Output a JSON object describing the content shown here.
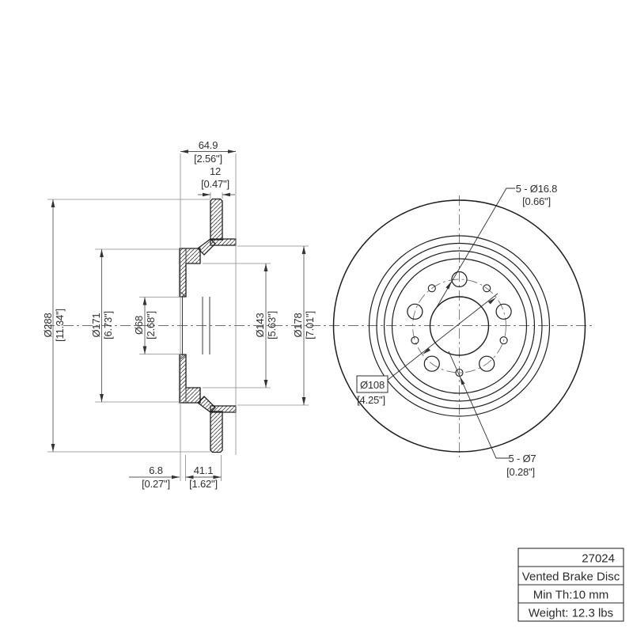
{
  "drawing_title": "Vented Brake Disc technical drawing",
  "colors": {
    "line": "#1d1d1d",
    "dimension": "#5a5a5a",
    "text": "#2e2e2e"
  },
  "dims": {
    "overall_width": {
      "mm": "64.9",
      "in": "[2.56\"]"
    },
    "disc_thickness": {
      "mm": "12",
      "in": "[0.47\"]"
    },
    "outer_diameter": {
      "mm": "Ø288",
      "in": "[11.34\"]"
    },
    "flange_diameter": {
      "mm": "Ø171",
      "in": "[6.73\"]"
    },
    "bore_diameter": {
      "mm": "Ø68",
      "in": "[2.68\"]"
    },
    "step_diameter": {
      "mm": "Ø143",
      "in": "[5.63\"]"
    },
    "hat_diameter": {
      "mm": "Ø178",
      "in": "[7.01\"]"
    },
    "hat_wall": {
      "mm": "6.8",
      "in": "[0.27\"]"
    },
    "hat_depth": {
      "mm": "41.1",
      "in": "[1.62\"]"
    },
    "lug_holes": {
      "mm": "5 - Ø16.8",
      "in": "[0.66\"]"
    },
    "bolt_circle": {
      "mm": "Ø108",
      "in": "[4.25\"]"
    },
    "small_holes": {
      "mm": "5 - Ø7",
      "in": "[0.28\"]"
    }
  },
  "title_block": {
    "part_number": "27024",
    "product_type": "Vented Brake Disc",
    "min_thickness": "Min Th:10 mm",
    "weight": "Weight: 12.3 lbs"
  }
}
